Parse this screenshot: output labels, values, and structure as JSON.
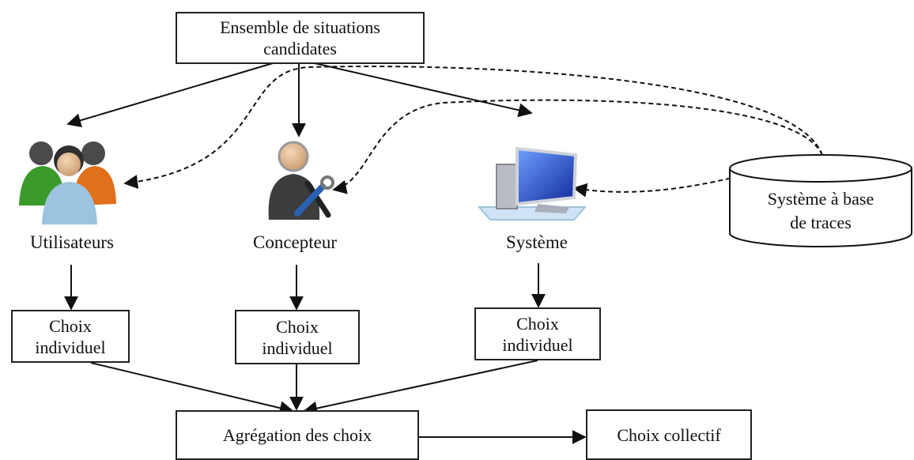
{
  "source": {
    "line1": "Ensemble de situations",
    "line2": "candidates"
  },
  "actors": {
    "users": {
      "label": "Utilisateurs",
      "icon": "users-group-icon"
    },
    "designer": {
      "label": "Concepteur",
      "icon": "designer-tools-icon"
    },
    "system": {
      "label": "Système",
      "icon": "computer-monitor-icon"
    }
  },
  "trace_db": {
    "line1": "Système à base",
    "line2": "de traces",
    "icon": "database-cylinder-icon"
  },
  "choices": [
    {
      "line1": "Choix",
      "line2": "individuel"
    },
    {
      "line1": "Choix",
      "line2": "individuel"
    },
    {
      "line1": "Choix",
      "line2": "individuel"
    }
  ],
  "aggregation": "Agrégation des choix",
  "result": "Choix collectif",
  "colors": {
    "stroke": "#111111",
    "green": "#3a9a2a",
    "orange": "#e0701c",
    "blue": "#9cc3e0",
    "screen": "#1f3fb0"
  }
}
